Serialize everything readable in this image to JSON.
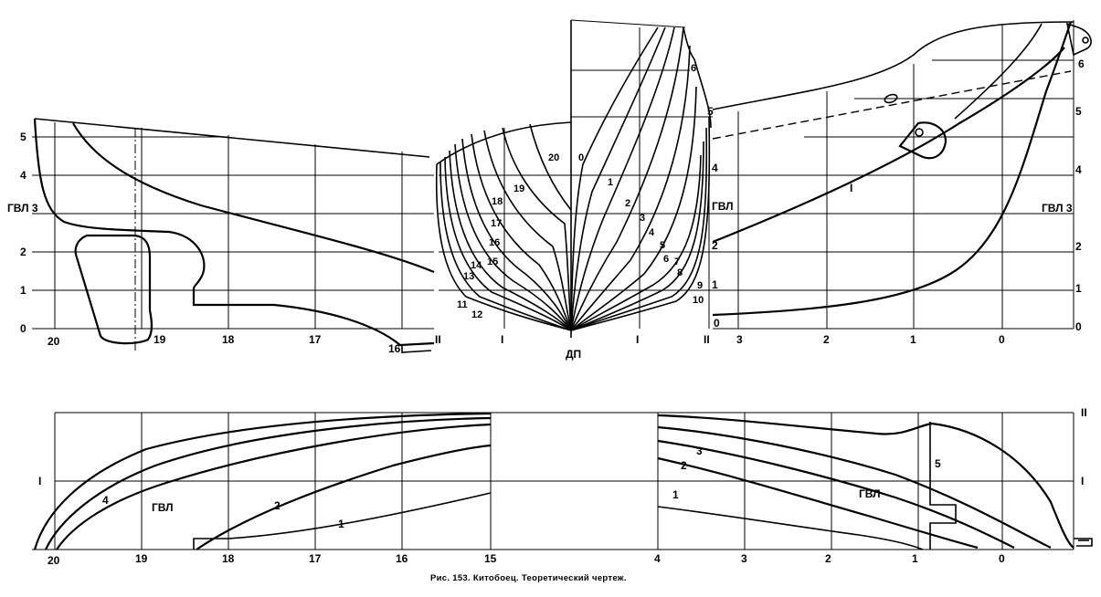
{
  "caption": "Рис. 153. Китобоец. Теоретический чертеж.",
  "stern_profile": {
    "waterlines": [
      "0",
      "1",
      "2",
      "ГВЛ 3",
      "4",
      "5"
    ],
    "stations": [
      "20",
      "19",
      "18",
      "17",
      "16",
      "II"
    ]
  },
  "body_plan": {
    "centerline_label": "ДП",
    "aft_sections": [
      "20",
      "19",
      "18",
      "17",
      "16",
      "15",
      "14",
      "13",
      "12",
      "11"
    ],
    "fwd_sections": [
      "0",
      "1",
      "2",
      "3",
      "4",
      "5",
      "6",
      "7",
      "8",
      "9",
      "10"
    ],
    "buttocks": [
      "II",
      "I",
      "I",
      "II"
    ],
    "wl_right": [
      "0",
      "1",
      "2",
      "ГВЛ",
      "4",
      "5",
      "6"
    ]
  },
  "bow_profile": {
    "stations": [
      "3",
      "2",
      "1",
      "0"
    ],
    "waterlines": [
      "0",
      "1",
      "2",
      "ГВЛ 3",
      "4",
      "5",
      "6"
    ],
    "buttock_label": "I"
  },
  "half_breadth": {
    "stations_aft": [
      "20",
      "19",
      "18",
      "17",
      "16",
      "15"
    ],
    "stations_fwd": [
      "4",
      "3",
      "2",
      "1",
      "0"
    ],
    "buttocks_left": [
      "I"
    ],
    "buttocks_right": [
      "II",
      "I"
    ],
    "aft_lines": [
      "4",
      "ГВЛ",
      "2",
      "1"
    ],
    "fwd_lines": [
      "3",
      "2",
      "1",
      "ГВЛ",
      "5"
    ]
  }
}
